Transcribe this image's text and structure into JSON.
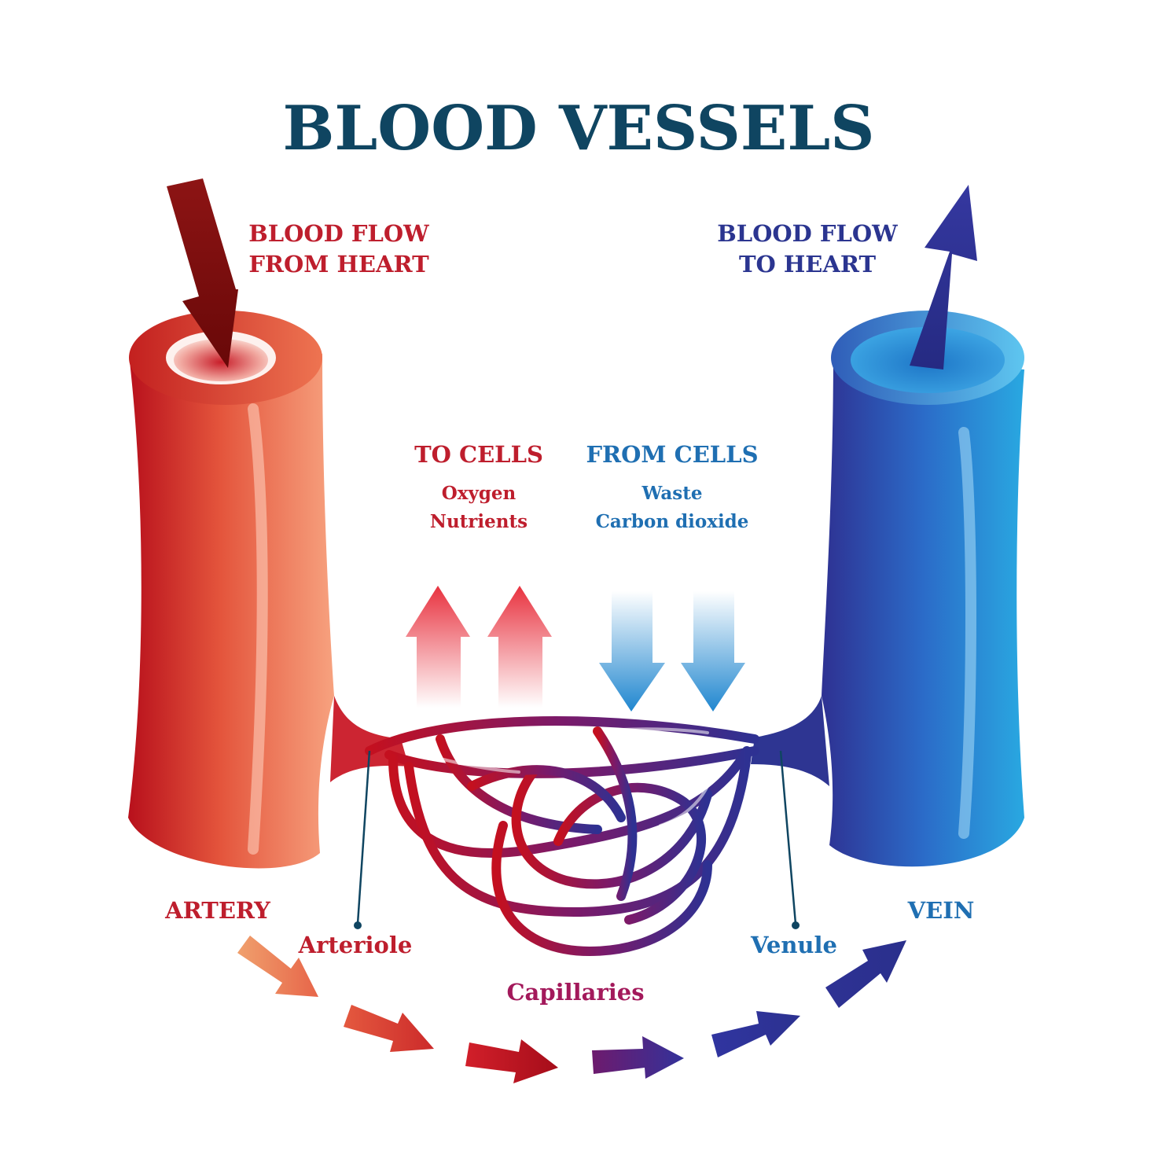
{
  "title": "BLOOD VESSELS",
  "flow_from_heart": {
    "line1": "BLOOD FLOW",
    "line2": "FROM HEART"
  },
  "flow_to_heart": {
    "line1": "BLOOD FLOW",
    "line2": "TO HEART"
  },
  "to_cells": {
    "heading": "TO CELLS",
    "items": [
      "Oxygen",
      "Nutrients"
    ]
  },
  "from_cells": {
    "heading": "FROM CELLS",
    "items": [
      "Waste",
      "Carbon dioxide"
    ]
  },
  "labels": {
    "artery": "ARTERY",
    "arteriole": "Arteriole",
    "capillaries": "Capillaries",
    "venule": "Venule",
    "vein": "VEIN"
  },
  "colors": {
    "title": "#0f4561",
    "artery_text": "#be1e2d",
    "vein_text": "#2b3590",
    "cells_blue": "#1f6fb2",
    "capillaries_text": "#a3195b",
    "artery_dark": "#b5121b",
    "artery_light": "#f7a27f",
    "vein_dark": "#2e3192",
    "vein_light": "#2aa6e0",
    "dark_red_arrow": "#7a0c0c"
  }
}
